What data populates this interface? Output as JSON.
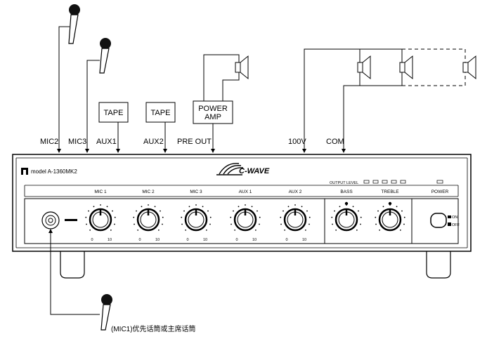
{
  "inputs_top": {
    "mic2": "MIC2",
    "mic3": "MIC3",
    "aux1": "AUX1",
    "aux2": "AUX2",
    "pre_out": "PRE OUT",
    "v100": "100V",
    "com": "COM"
  },
  "boxes": {
    "tape1": "TAPE",
    "tape2": "TAPE",
    "power_amp_line1": "POWER",
    "power_amp_line2": "AMP"
  },
  "panel": {
    "model": "model A-1360MK2",
    "brand": "C-WAVE",
    "output_level": "OUTPUT  LEVEL",
    "power": "POWER",
    "on": "ON",
    "off": "OFF",
    "knob_labels": [
      "MIC 1",
      "MIC 2",
      "MIC 3",
      "AUX 1",
      "AUX 2"
    ],
    "bass": "BASS",
    "treble": "TREBLE",
    "scale_min": "0",
    "scale_max": "10"
  },
  "bottom_note": "(MIC1)优先话筒或主席话筒"
}
